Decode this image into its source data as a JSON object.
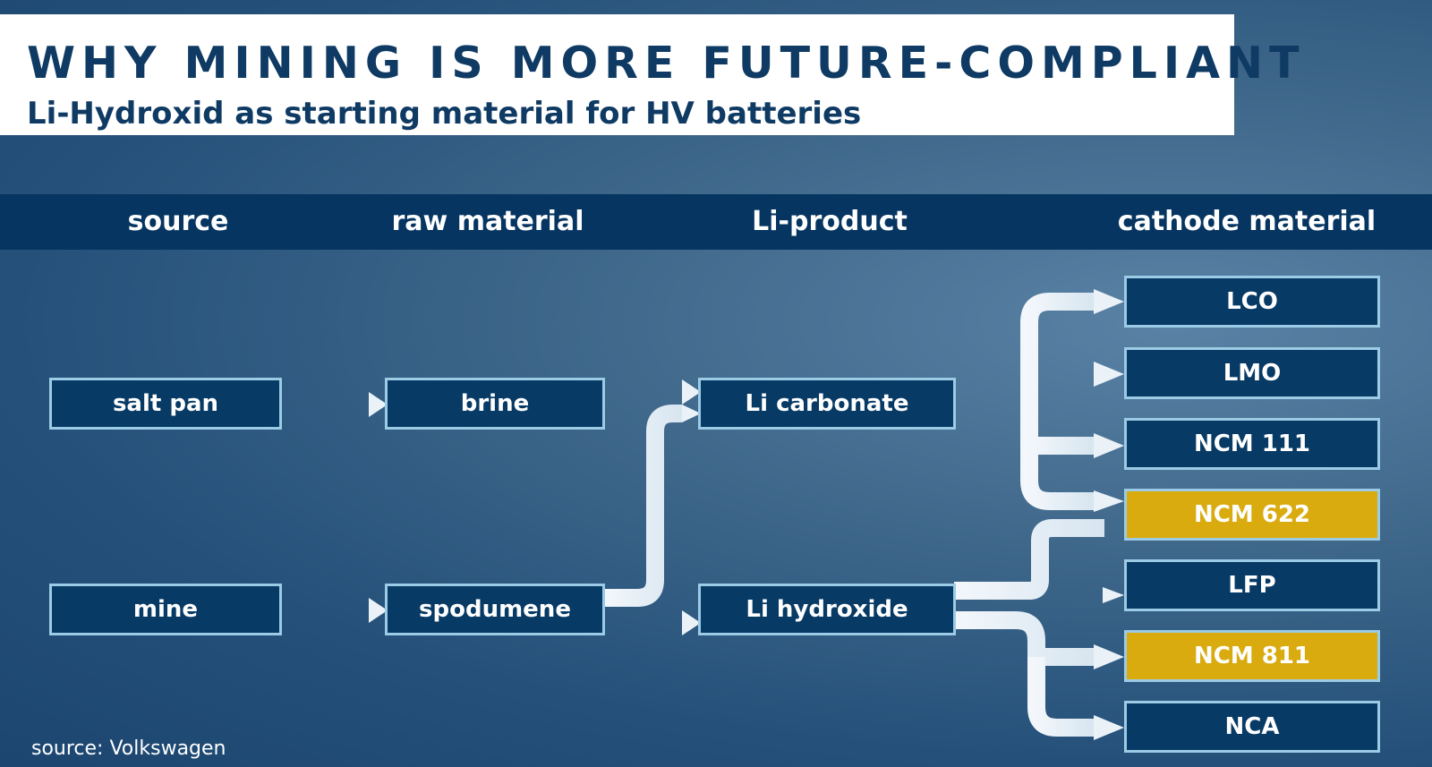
{
  "header": {
    "title": "WHY MINING IS MORE FUTURE-COMPLIANT",
    "subtitle": "Li-Hydroxid as starting material for HV batteries"
  },
  "columns": {
    "source": "source",
    "raw_material": "raw material",
    "li_product": "Li-product",
    "cathode_material": "cathode material"
  },
  "nodes": {
    "salt_pan": "salt pan",
    "mine": "mine",
    "brine": "brine",
    "spodumene": "spodumene",
    "li_carbonate": "Li carbonate",
    "li_hydroxide": "Li hydroxide",
    "lco": "LCO",
    "lmo": "LMO",
    "ncm111": "NCM 111",
    "ncm622": "NCM 622",
    "lfp": "LFP",
    "ncm811": "NCM 811",
    "nca": "NCA"
  },
  "colors": {
    "header_band": "#063561",
    "node_fill": "#073a65",
    "node_border": "#9ccbe6",
    "highlight": "#d9ab0f",
    "flow": "#e8f0f7",
    "title_text": "#0e3a63"
  },
  "footer": {
    "source_note": "source: Volkswagen"
  }
}
